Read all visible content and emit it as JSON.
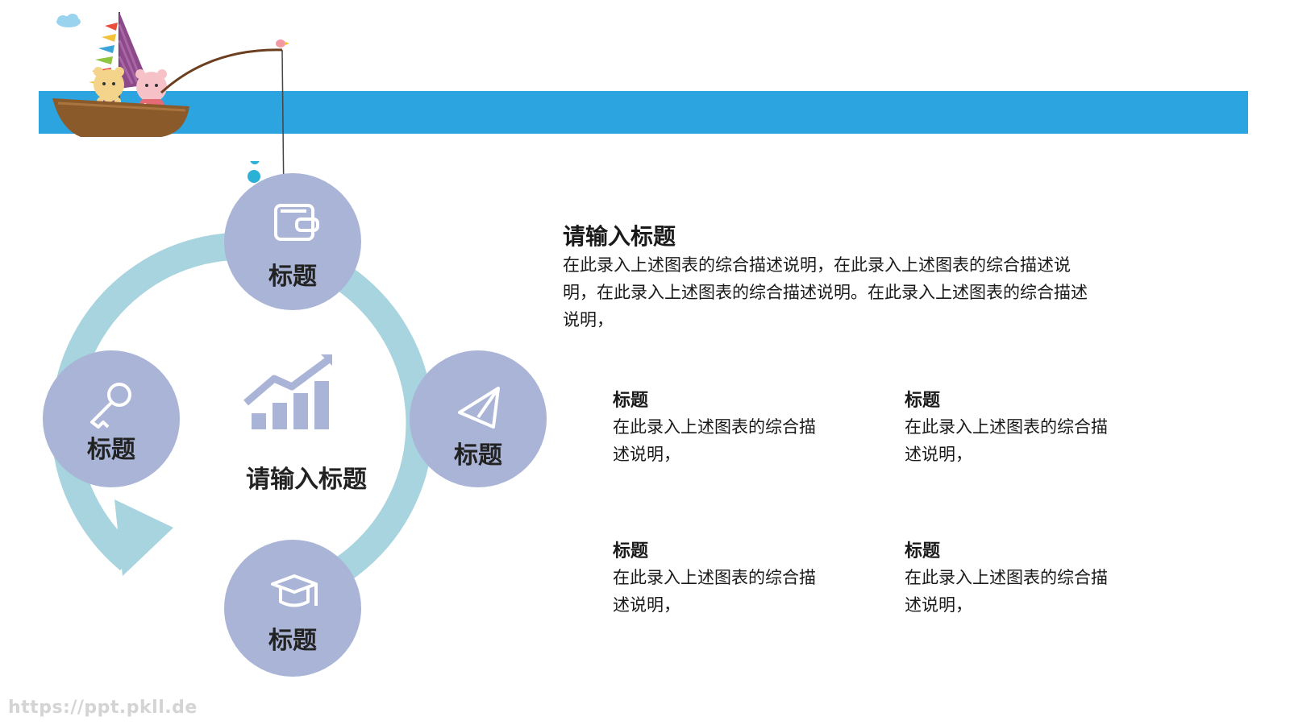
{
  "cycle": {
    "center_title": "请输入标题",
    "nodes": [
      {
        "label": "标题",
        "icon": "wallet-icon"
      },
      {
        "label": "标题",
        "icon": "paper-plane-icon"
      },
      {
        "label": "标题",
        "icon": "graduation-cap-icon"
      },
      {
        "label": "标题",
        "icon": "key-icon"
      }
    ],
    "center_icon": "bar-chart-trend-icon"
  },
  "intro": {
    "heading": "请输入标题",
    "body": "在此录入上述图表的综合描述说明，在此录入上述图表的综合描述说明，在此录入上述图表的综合描述说明。在此录入上述图表的综合描述说明，"
  },
  "items": [
    {
      "title": "标题",
      "body": "在此录入上述图表的综合描述说明，"
    },
    {
      "title": "标题",
      "body": "在此录入上述图表的综合描述说明，"
    },
    {
      "title": "标题",
      "body": "在此录入上述图表的综合描述说明，"
    },
    {
      "title": "标题",
      "body": "在此录入上述图表的综合描述说明，"
    }
  ],
  "watermark": "https://ppt.pkll.de",
  "colors": {
    "banner": "#2ba4df",
    "ring": "#a7d4de",
    "node": "#a9b4d6",
    "icon": "#ffffff",
    "text": "#1a1a1a"
  }
}
